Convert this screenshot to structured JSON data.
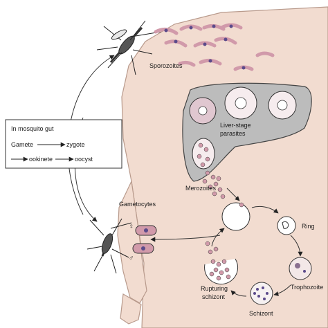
{
  "labels": {
    "sporozoites": "Sporozoites",
    "liver_line1": "Liver-stage",
    "liver_line2": "parasites",
    "merozoites": "Merozoites",
    "gametocytes": "Gametocytes",
    "ring": "Ring",
    "trophozoite": "Trophozoite",
    "schizont": "Schizont",
    "rupturing_line1": "Rupturing",
    "rupturing_line2": "schizont"
  },
  "mosquito_gut_box": {
    "title": "In mosquito gut",
    "gamete": "Gamete",
    "zygote": "zygote",
    "ookinete": "ookinete",
    "oocyst": "oocyst"
  },
  "symbols": {
    "female": "♀",
    "male": "♂"
  },
  "colors": {
    "skin": "#f2dcd0",
    "skin_outline": "#b89a8c",
    "liver": "#bcbcbc",
    "parasite": "#d19aaa",
    "parasite_dark": "#5b4a8a",
    "outline": "#333333"
  }
}
